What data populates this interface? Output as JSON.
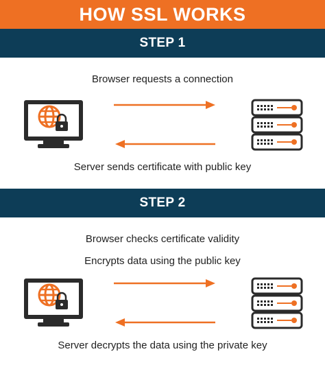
{
  "title": "HOW SSL WORKS",
  "steps": [
    {
      "label": "STEP 1",
      "captions": [
        "Browser requests a connection"
      ],
      "bottom_caption": "Server sends certificate with public key"
    },
    {
      "label": "STEP 2",
      "captions": [
        "Browser checks certificate validity",
        "Encrypts data using the public key"
      ],
      "bottom_caption": "Server decrypts the data using the private key"
    }
  ],
  "colors": {
    "orange": "#ee7023",
    "navy": "#0d3d57",
    "dark": "#2b2b2b"
  },
  "icons": [
    "computer-globe-lock-icon",
    "server-stack-icon",
    "arrow-right-icon",
    "arrow-left-icon"
  ]
}
